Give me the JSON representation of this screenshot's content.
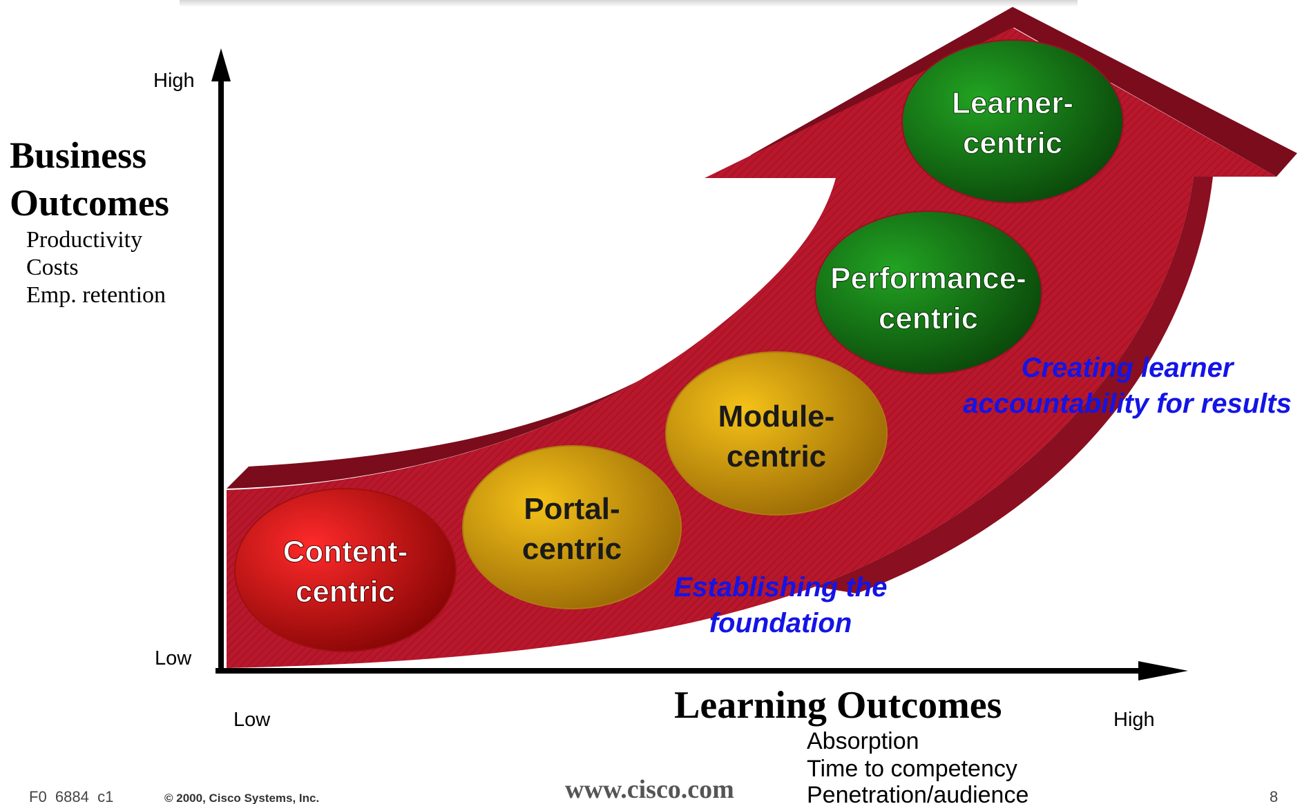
{
  "y_axis": {
    "title_line1": "Business",
    "title_line2": "Outcomes",
    "items": [
      "Productivity",
      "Costs",
      "Emp. retention"
    ],
    "high_label": "High",
    "low_label": "Low"
  },
  "x_axis": {
    "title": "Learning Outcomes",
    "items": [
      "Absorption",
      "Time to competency",
      "Penetration/audience"
    ],
    "low_label": "Low",
    "high_label": "High"
  },
  "stages": [
    {
      "line1": "Content-",
      "line2": "centric",
      "color": "#d81818"
    },
    {
      "line1": "Portal-",
      "line2": "centric",
      "color": "#d6a210"
    },
    {
      "line1": "Module-",
      "line2": "centric",
      "color": "#d6a210"
    },
    {
      "line1": "Performance-",
      "line2": "centric",
      "color": "#1a8a1a"
    },
    {
      "line1": "Learner-",
      "line2": "centric",
      "color": "#1a8a1a"
    }
  ],
  "annotations": {
    "foundation_line1": "Establishing the",
    "foundation_line2": "foundation",
    "accountability_line1": "Creating learner",
    "accountability_line2": "accountability for results"
  },
  "footer": {
    "code": "F0_6884_c1",
    "copyright": "© 2000, Cisco Systems, Inc.",
    "url": "www.cisco.com",
    "page_number": "8"
  },
  "colors": {
    "arrow": "#b0142a",
    "arrow_dark": "#7a0c1c",
    "axis": "#000000",
    "annotation": "#1414e6"
  }
}
